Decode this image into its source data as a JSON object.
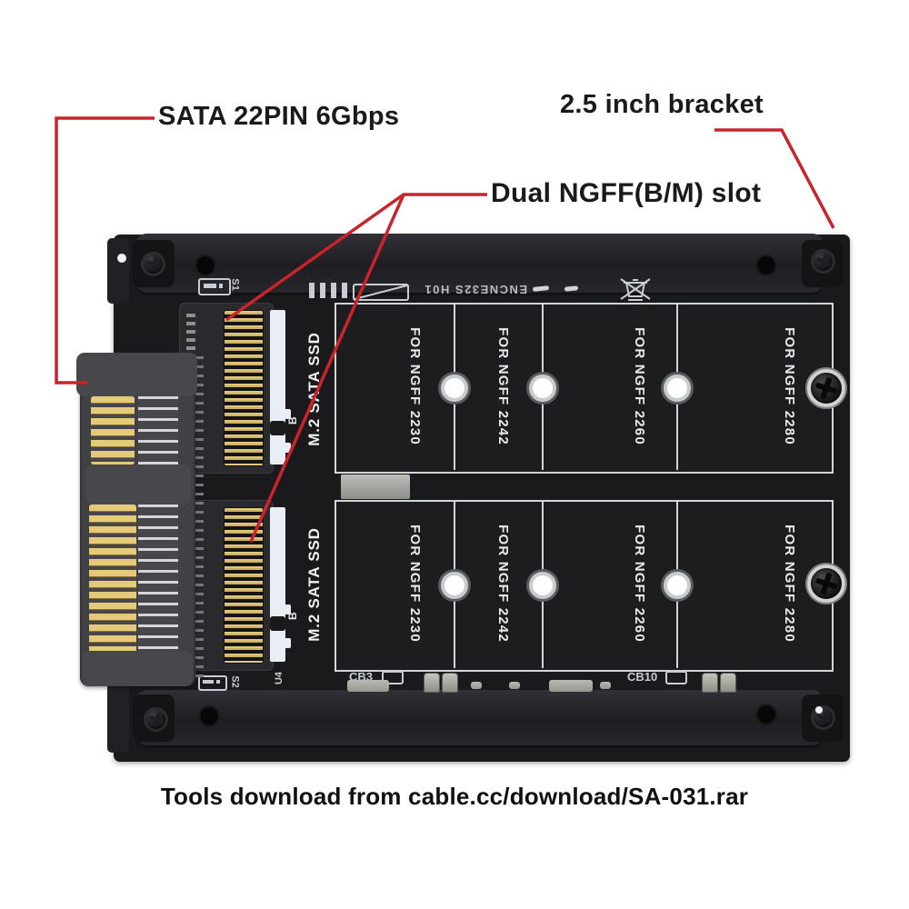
{
  "colors": {
    "accent_red": "#c9242b",
    "pcb_black": "#1a1a1d",
    "silkscreen": "#d2d5da",
    "gold": "#e0c87e",
    "strip_white": "#e9edf4"
  },
  "annotations": {
    "sata_label": "SATA 22PIN 6Gbps",
    "bracket_label": "2.5 inch bracket",
    "slot_label": "Dual NGFF(B/M) slot"
  },
  "caption": "Tools download from cable.cc/download/SA-031.rar",
  "board": {
    "silkscreen": {
      "model_mirrored": "ENCNE32S H01",
      "s1": "S1",
      "s2": "S2",
      "u4": "U4",
      "cb3": "CB3",
      "cb10": "CB10"
    },
    "slot_rows": [
      {
        "m2_label": "M.2 SATA SSD",
        "key_label": "B",
        "standoffs": [
          "FOR NGFF 2230",
          "FOR NGFF 2242",
          "FOR NGFF 2260",
          "FOR NGFF 2280"
        ]
      },
      {
        "m2_label": "M.2 SATA SSD",
        "key_label": "B",
        "standoffs": [
          "FOR NGFF 2230",
          "FOR NGFF 2242",
          "FOR NGFF 2260",
          "FOR NGFF 2280"
        ]
      }
    ]
  }
}
